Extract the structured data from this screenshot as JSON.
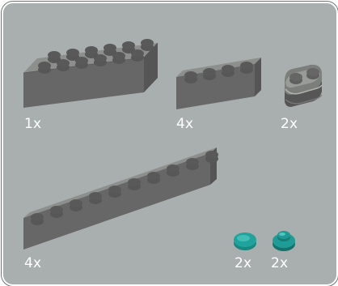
{
  "title": "",
  "colors": {
    "panel_background": "#a9aeae",
    "brick_gray": "#6f706f",
    "tile_teal": "#1f9b95",
    "quantity_text": "#ffffff"
  },
  "parts": [
    {
      "id": "brick-2x6",
      "name": "brick-2x6-icon",
      "quantity": "1x",
      "color": "dark-bluish-gray"
    },
    {
      "id": "brick-1x4",
      "name": "brick-1x4-icon",
      "quantity": "4x",
      "color": "dark-bluish-gray"
    },
    {
      "id": "plate-1x2-rounded",
      "name": "plate-1x2-rounded-icon",
      "quantity": "2x",
      "color": "dark-bluish-gray"
    },
    {
      "id": "brick-1x8",
      "name": "brick-1x8-icon",
      "quantity": "4x",
      "color": "dark-bluish-gray"
    },
    {
      "id": "round-tile-teal",
      "name": "round-tile-icon",
      "quantity": "2x",
      "color": "teal"
    },
    {
      "id": "round-stud-teal",
      "name": "round-stud-icon",
      "quantity": "2x",
      "color": "teal"
    }
  ]
}
